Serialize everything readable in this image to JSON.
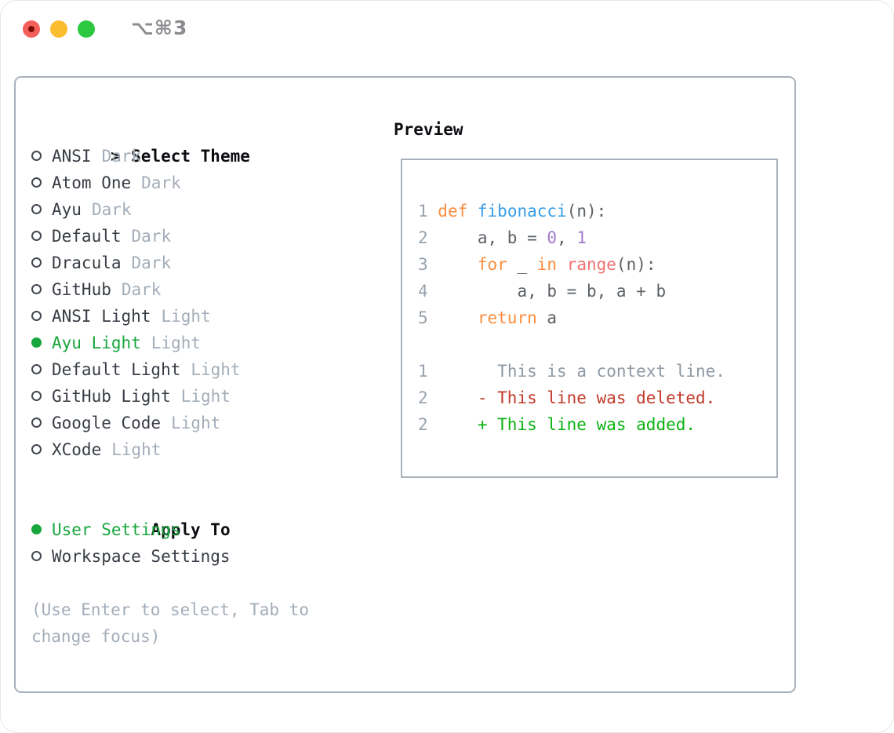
{
  "window": {
    "title": "⌥⌘3",
    "controls": [
      {
        "name": "close",
        "color_key": "tl_red"
      },
      {
        "name": "minimize",
        "color_key": "tl_yellow"
      },
      {
        "name": "zoom",
        "color_key": "tl_green"
      }
    ]
  },
  "theme_picker": {
    "header": {
      "prompt": ">",
      "label": "Select Theme"
    },
    "items": [
      {
        "name": "ANSI",
        "variant": "Dark",
        "selected": false
      },
      {
        "name": "Atom One",
        "variant": "Dark",
        "selected": false
      },
      {
        "name": "Ayu",
        "variant": "Dark",
        "selected": false
      },
      {
        "name": "Default",
        "variant": "Dark",
        "selected": false
      },
      {
        "name": "Dracula",
        "variant": "Dark",
        "selected": false
      },
      {
        "name": "GitHub",
        "variant": "Dark",
        "selected": false
      },
      {
        "name": "ANSI Light",
        "variant": "Light",
        "selected": false
      },
      {
        "name": "Ayu Light",
        "variant": "Light",
        "selected": true
      },
      {
        "name": "Default Light",
        "variant": "Light",
        "selected": false
      },
      {
        "name": "GitHub Light",
        "variant": "Light",
        "selected": false
      },
      {
        "name": "Google Code",
        "variant": "Light",
        "selected": false
      },
      {
        "name": "XCode",
        "variant": "Light",
        "selected": false
      }
    ],
    "apply_to": {
      "label": "Apply To",
      "options": [
        {
          "name": "User Settings",
          "selected": true
        },
        {
          "name": "Workspace Settings",
          "selected": false
        }
      ]
    },
    "help_text": "(Use Enter to select, Tab to change focus)"
  },
  "preview": {
    "label": "Preview",
    "code_lines": [
      {
        "num": "1",
        "tokens": [
          [
            "def",
            "kw"
          ],
          [
            " ",
            "pl"
          ],
          [
            "fibonacci",
            "fn"
          ],
          [
            "(n):",
            "pl"
          ]
        ]
      },
      {
        "num": "2",
        "tokens": [
          [
            "    a, b = ",
            "pl"
          ],
          [
            "0",
            "num"
          ],
          [
            ", ",
            "pl"
          ],
          [
            "1",
            "num"
          ]
        ]
      },
      {
        "num": "3",
        "tokens": [
          [
            "    ",
            "pl"
          ],
          [
            "for",
            "kw"
          ],
          [
            " _ ",
            "pl"
          ],
          [
            "in",
            "kw"
          ],
          [
            " ",
            "pl"
          ],
          [
            "range",
            "bi"
          ],
          [
            "(n):",
            "pl"
          ]
        ]
      },
      {
        "num": "4",
        "tokens": [
          [
            "        a, b = b, a + b",
            "pl"
          ]
        ]
      },
      {
        "num": "5",
        "tokens": [
          [
            "    ",
            "pl"
          ],
          [
            "return",
            "kw"
          ],
          [
            " a",
            "pl"
          ]
        ]
      }
    ],
    "diff_lines": [
      {
        "num": "1",
        "prefix": "      ",
        "marker": "",
        "text": "This is a context line.",
        "kind": "context"
      },
      {
        "num": "2",
        "prefix": "    ",
        "marker": "- ",
        "text": "This line was deleted.",
        "kind": "removed"
      },
      {
        "num": "2",
        "prefix": "    ",
        "marker": "+ ",
        "text": "This line was added.",
        "kind": "added"
      }
    ]
  },
  "colors": {
    "accent_green": "#17a63c",
    "diff_added": "#0db212",
    "diff_removed": "#c23a2a",
    "diff_context": "#8f99a4",
    "code_keyword": "#fa8d3e",
    "code_function": "#399ee6",
    "code_number": "#a37acc",
    "code_builtin": "#f07171",
    "code_plain": "#5c6166",
    "line_number": "#98a2ad",
    "muted": "#a3adb9",
    "item_text": "#373c44",
    "heading_text": "#0b0d11",
    "border": "#a9b1bb",
    "title_gray": "#8b8b90",
    "tl_red": "#f3605a",
    "tl_red_dot": "#7e0c05",
    "tl_yellow": "#fcbc2f",
    "tl_green": "#2cc840"
  }
}
